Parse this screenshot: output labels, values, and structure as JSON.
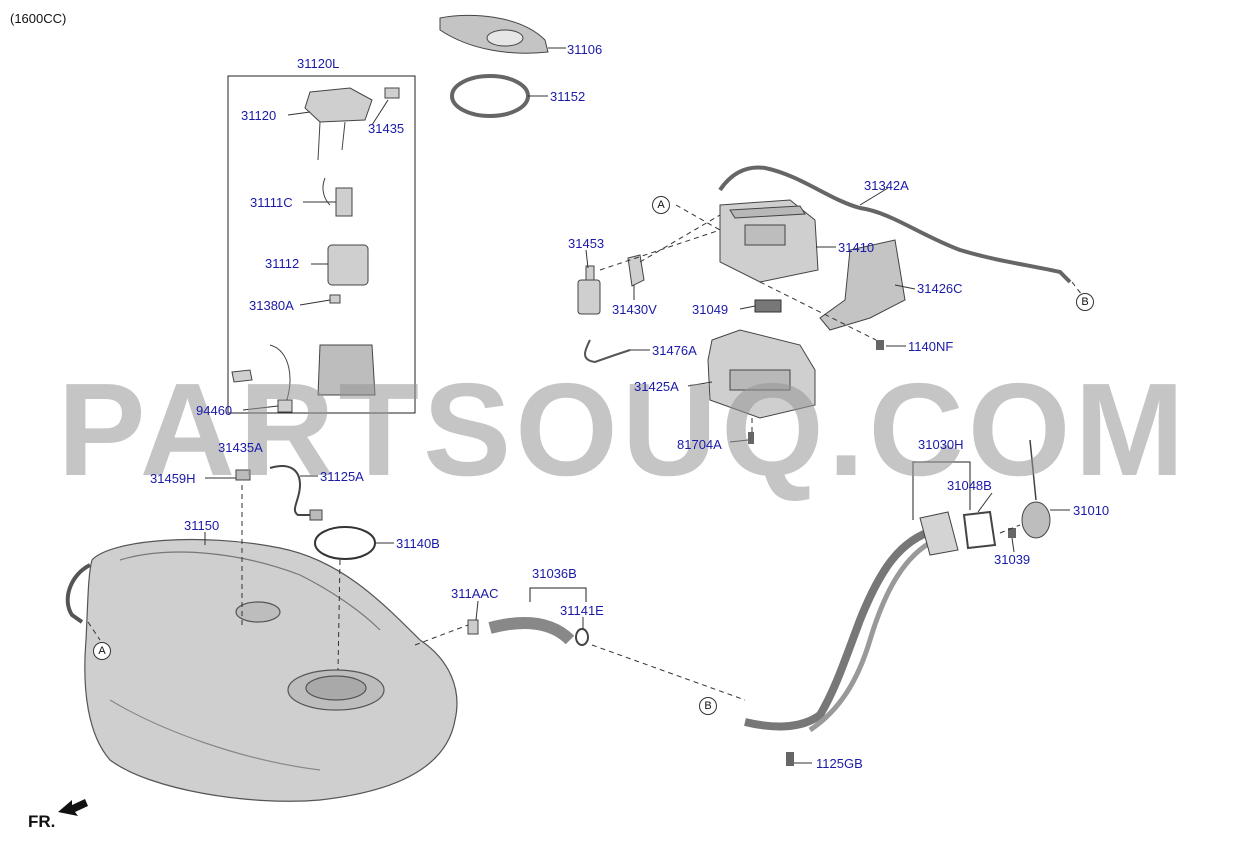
{
  "header": {
    "variant": "(1600CC)"
  },
  "watermark": "PARTSOUQ.COM",
  "orientation": {
    "label": "FR."
  },
  "callouts": {
    "a": "A",
    "b": "B"
  },
  "parts": {
    "p31106": "31106",
    "p31152": "31152",
    "p31120L": "31120L",
    "p31120": "31120",
    "p31435": "31435",
    "p31111C": "31111C",
    "p31112": "31112",
    "p31380A": "31380A",
    "p94460": "94460",
    "p31342A": "31342A",
    "p31453": "31453",
    "p31410": "31410",
    "p31430V": "31430V",
    "p31049": "31049",
    "p31426C": "31426C",
    "p1140NF": "1140NF",
    "p31476A": "31476A",
    "p31425A": "31425A",
    "p81704A": "81704A",
    "p31435A": "31435A",
    "p31459H": "31459H",
    "p31125A": "31125A",
    "p31150": "31150",
    "p31140B": "31140B",
    "p31036B": "31036B",
    "p311AAC": "311AAC",
    "p31141E": "31141E",
    "p31030H": "31030H",
    "p31048B": "31048B",
    "p31010": "31010",
    "p31039": "31039",
    "p1125GB": "1125GB"
  }
}
